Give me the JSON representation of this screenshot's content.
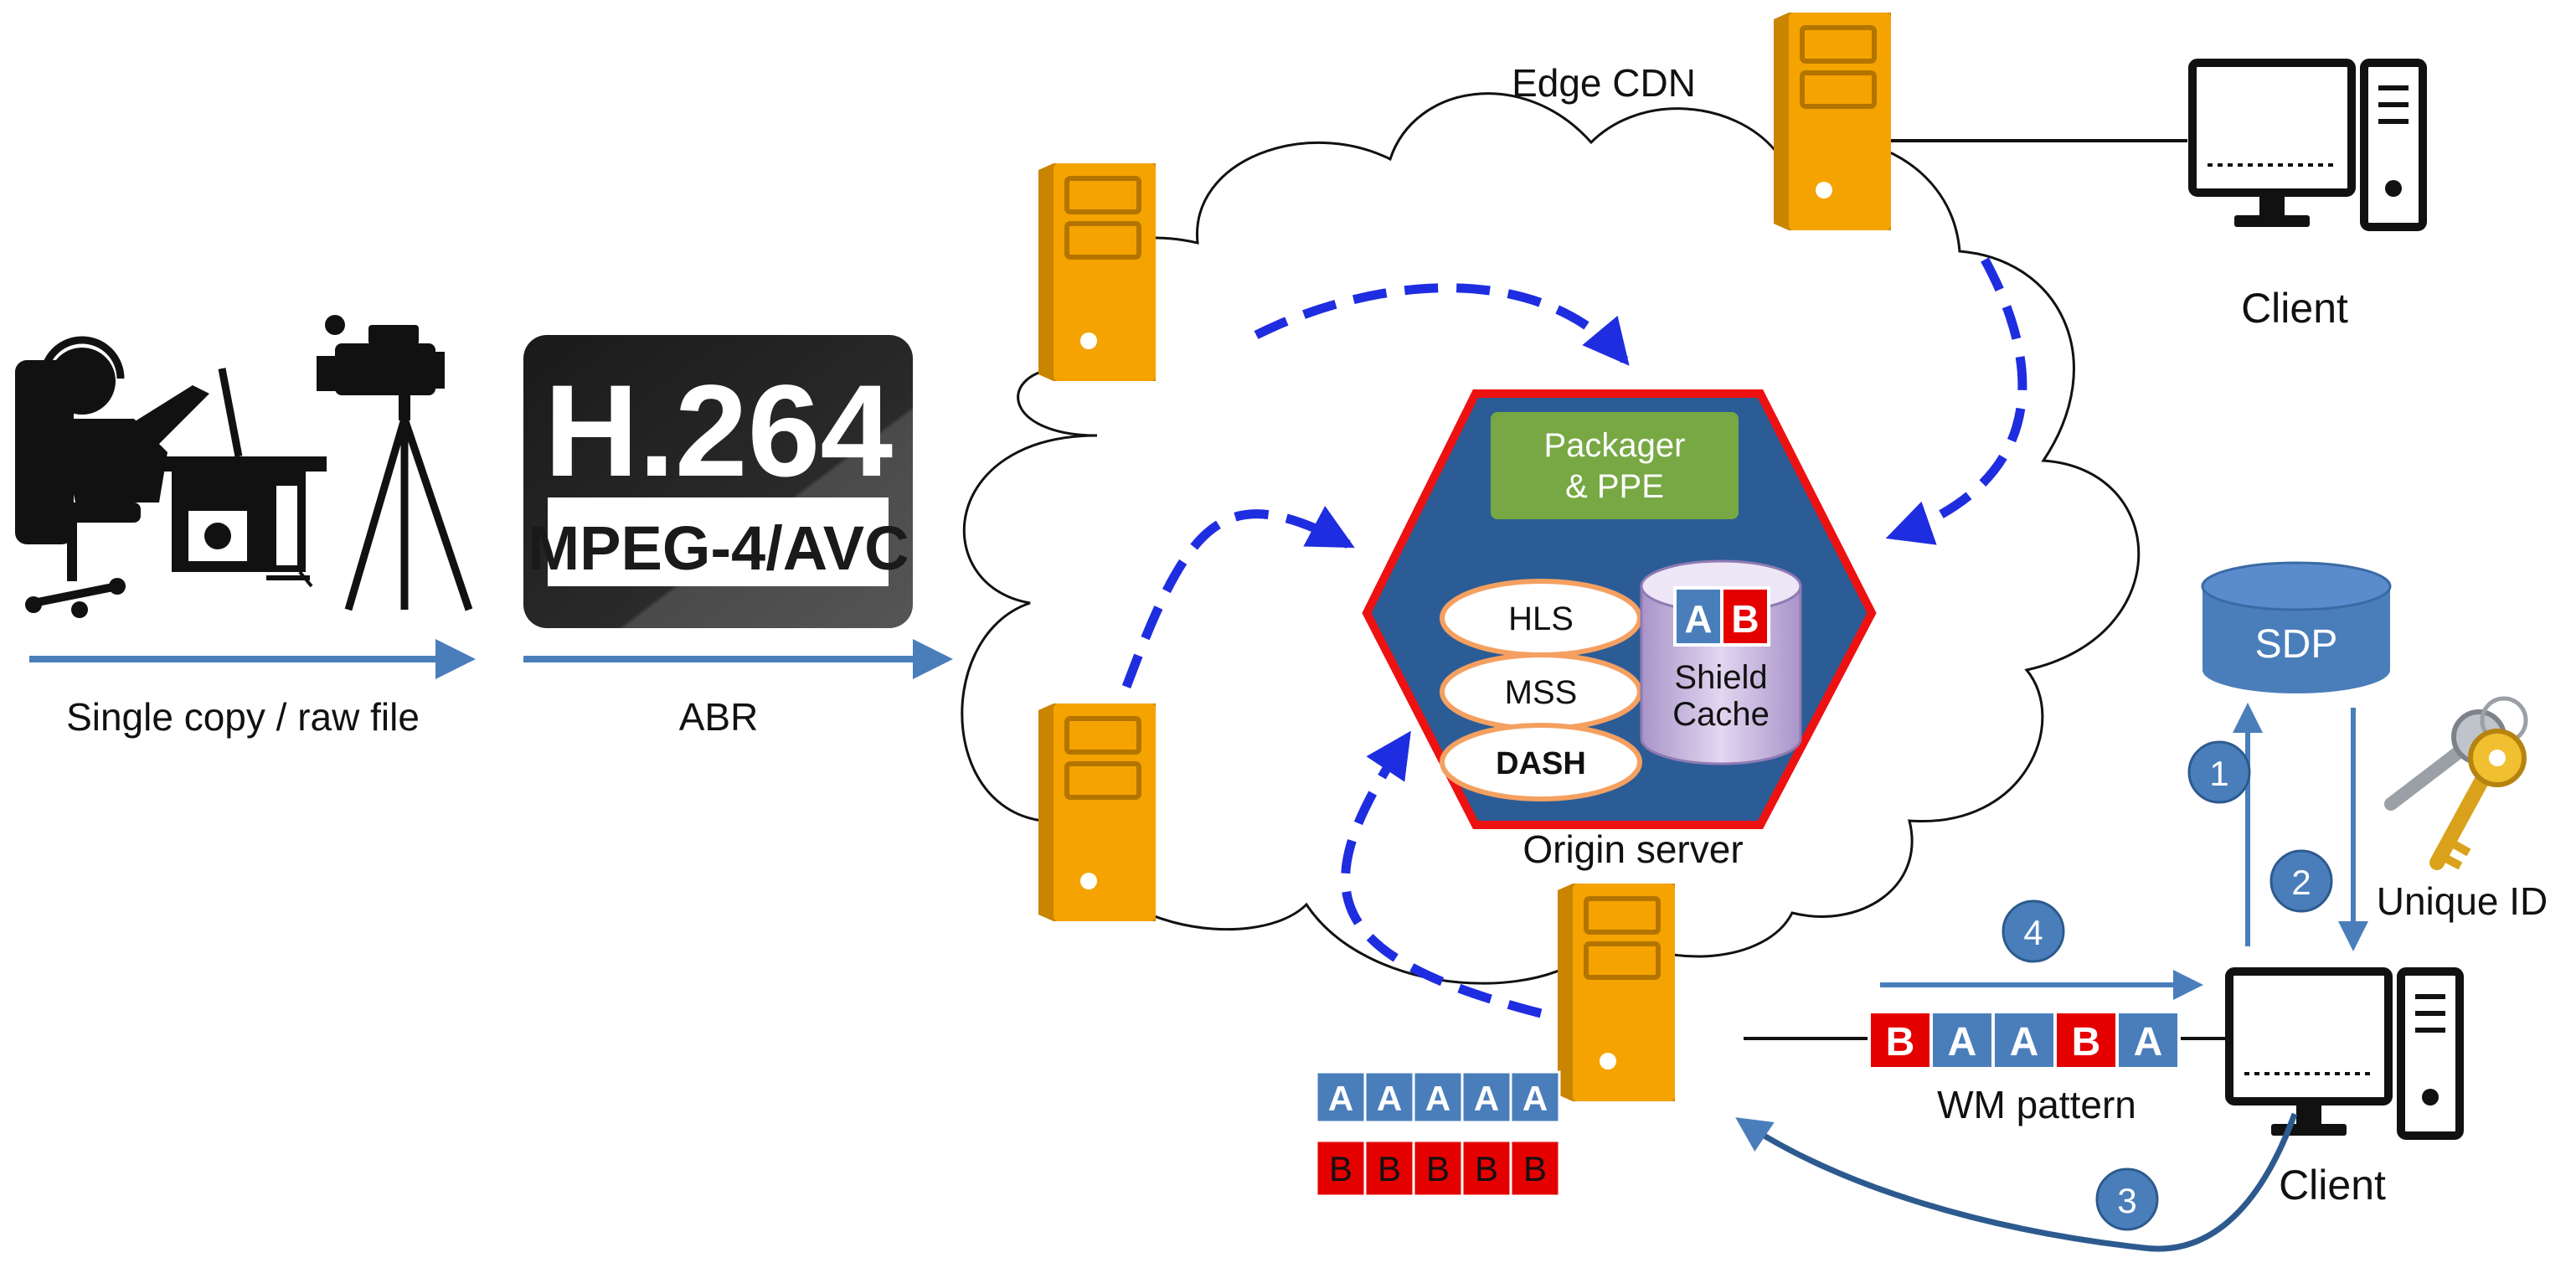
{
  "labels": {
    "source_caption": "Single copy / raw file",
    "abr_caption": "ABR",
    "edge_cdn": "Edge CDN",
    "client_top": "Client",
    "client_bottom": "Client",
    "origin_server": "Origin server",
    "packager": [
      "Packager",
      "& PPE"
    ],
    "protocols": [
      "HLS",
      "MSS",
      "DASH"
    ],
    "shield_cache": [
      "Shield",
      "Cache"
    ],
    "shield_variants": [
      "A",
      "B"
    ],
    "sdp": "SDP",
    "unique_id": "Unique ID",
    "wm_pattern": "WM pattern",
    "wm_sequence": [
      "B",
      "A",
      "A",
      "B",
      "A"
    ],
    "variant_a_row": [
      "A",
      "A",
      "A",
      "A",
      "A"
    ],
    "variant_b_row": [
      "B",
      "B",
      "B",
      "B",
      "B"
    ],
    "codec_main": "H.264",
    "codec_sub": "MPEG-4/AVC",
    "steps": [
      "1",
      "2",
      "3",
      "4"
    ]
  },
  "colors": {
    "server_orange": "#f5a300",
    "server_dark": "#c98400",
    "arrow_blue": "#4a7ebb",
    "dash_blue": "#1f2de0",
    "step_circle": "#4a7ebb",
    "variant_a": "#4a7ebb",
    "variant_b": "#e50000",
    "hexagon_fill": "#2b5c96",
    "hexagon_border": "#ee1111",
    "packager_fill": "#77a843",
    "shield_fill": "#c9b7e0"
  },
  "icons": [
    "streamer-icon",
    "video-camera-icon",
    "server-icon",
    "desktop-computer-icon",
    "database-icon",
    "key-icon",
    "cloud-icon"
  ]
}
